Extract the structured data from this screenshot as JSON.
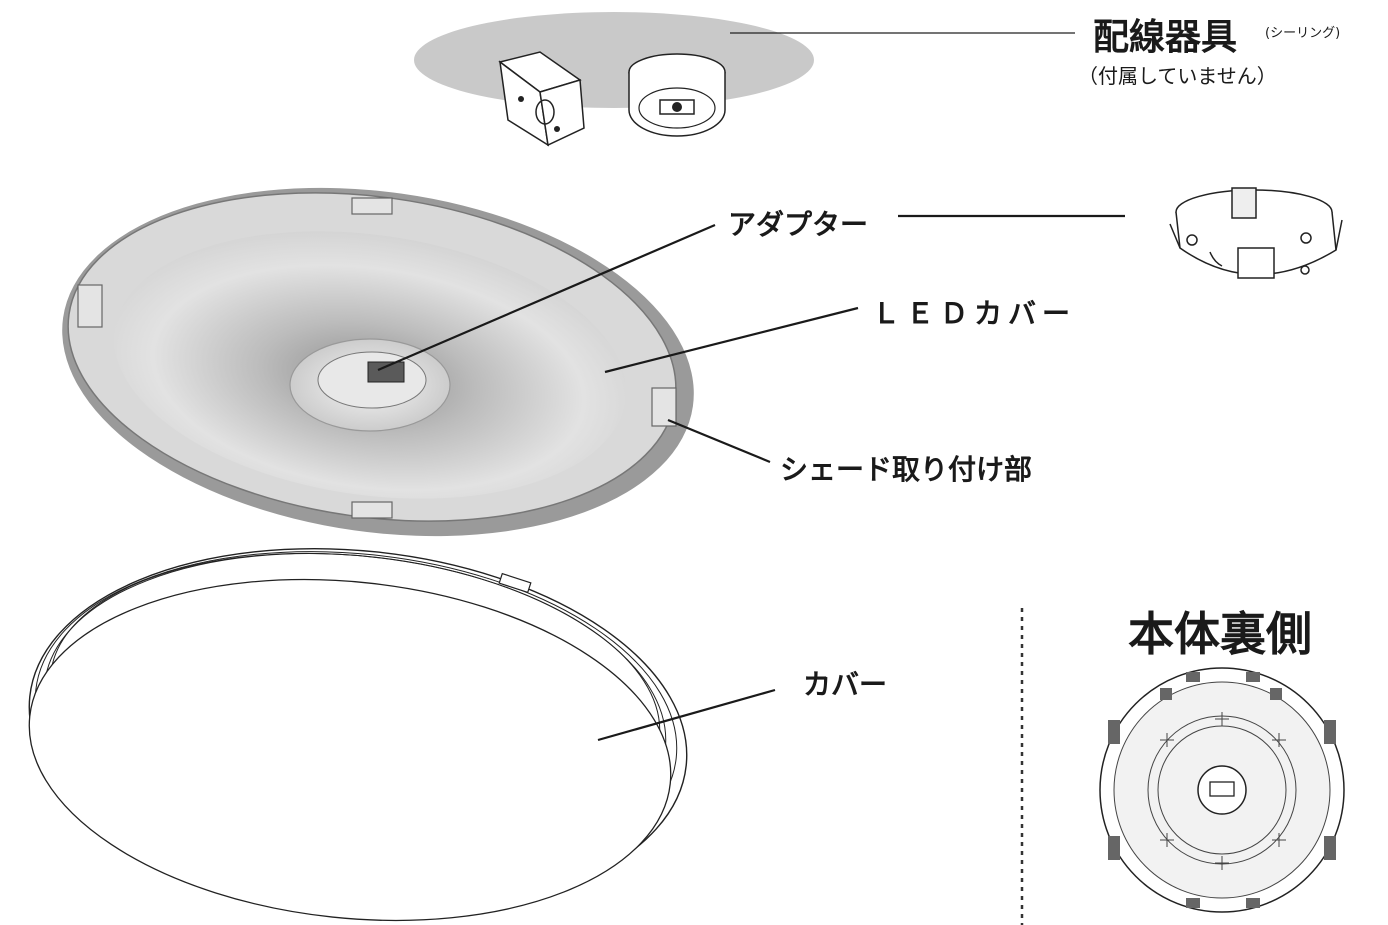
{
  "labels": {
    "wiring_fixture": "配線器具",
    "wiring_fixture_sub": "(シーリング)",
    "wiring_fixture_note": "（付属していません）",
    "adapter": "アダプター",
    "led_cover": "ＬＥＤカバー",
    "shade_mount": "シェード取り付け部",
    "cover": "カバー",
    "body_back": "本体裏側"
  },
  "colors": {
    "ceiling_shadow": "#c8c8c8",
    "dish_rim": "#a8a8a8",
    "dish_inner": "#d6d6d6",
    "line": "#1a1a1a"
  }
}
